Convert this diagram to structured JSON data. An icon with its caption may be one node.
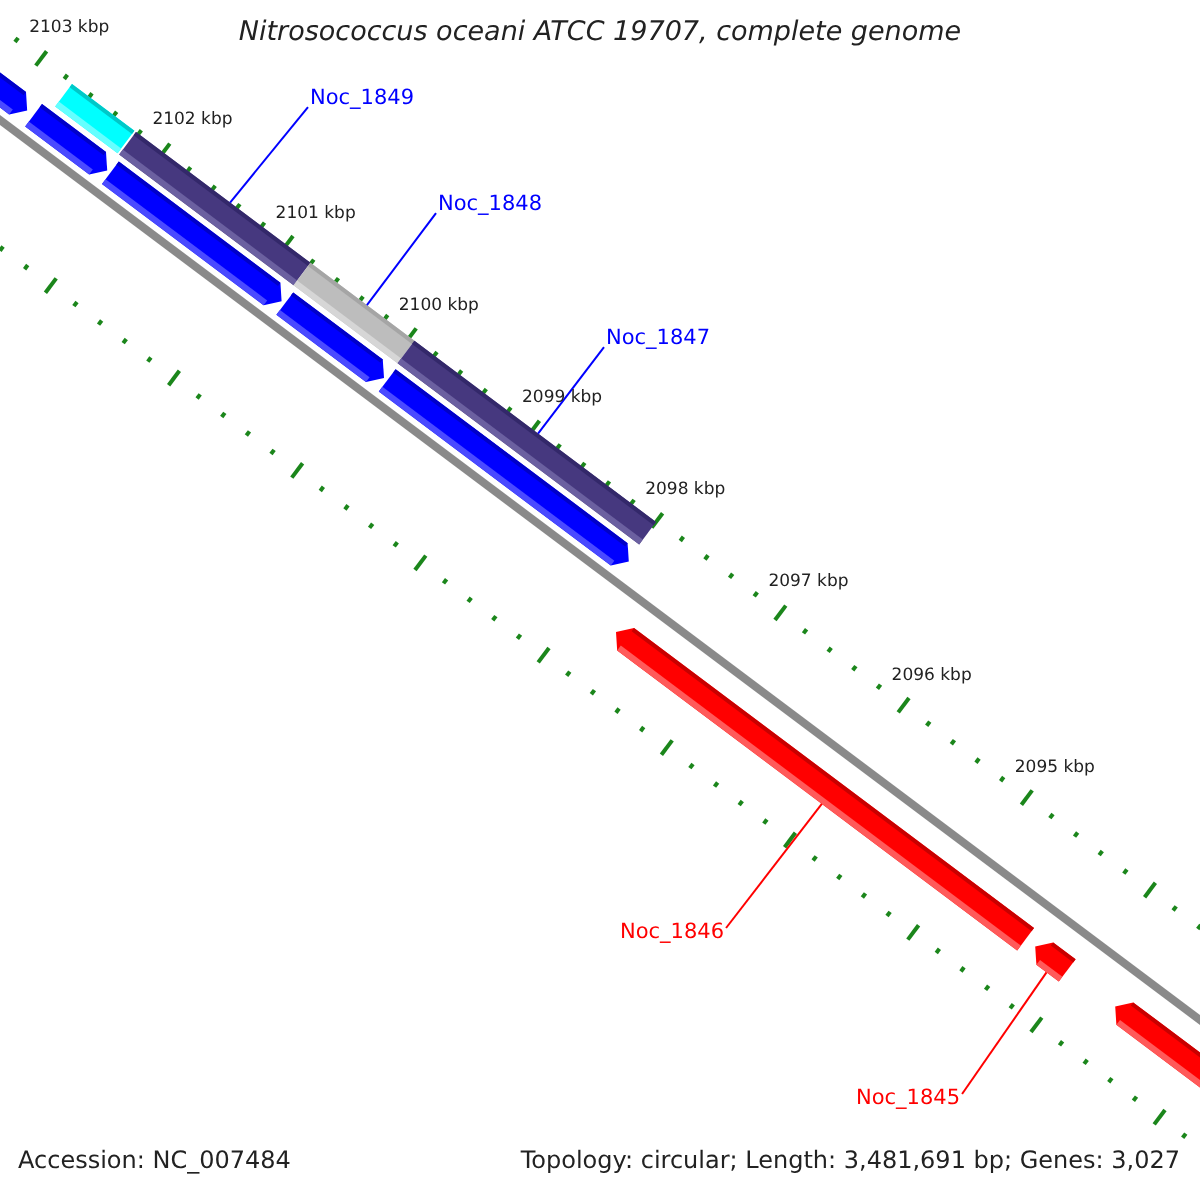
{
  "diagram": {
    "title": "Nitrosococcus oceani ATCC 19707, complete genome",
    "nodes": [
      {
        "text": [
          "Noc_1849"
        ]
      },
      {
        "text": [
          "Noc_1848"
        ]
      },
      {
        "text": [
          "Noc_1847"
        ]
      },
      {
        "text": [
          "Noc_1846"
        ]
      },
      {
        "text": [
          "Noc_1845"
        ]
      },
      {
        "text": [],
        "shape": "bar"
      },
      {
        "text": [],
        "shape": "bar"
      },
      {
        "text": [],
        "shape": "bar"
      },
      {
        "text": [],
        "shape": "bar"
      },
      {
        "text": [],
        "shape": "bar"
      },
      {
        "text": [],
        "shape": "bar"
      },
      {
        "text": [],
        "shape": "bar"
      },
      {
        "text": [],
        "shape": "bar"
      },
      {
        "text": [],
        "shape": "bar"
      },
      {
        "text": [],
        "shape": "bar"
      },
      {
        "text": [],
        "shape": "bar"
      },
      {
        "text": [],
        "shape": "bar"
      }
    ],
    "edges": [
      {
        "from": 0,
        "to": 5,
        "arrow": "none"
      },
      {
        "from": 1,
        "to": 6,
        "arrow": "none"
      },
      {
        "from": 2,
        "to": 7,
        "arrow": "none"
      },
      {
        "from": 3,
        "to": 8,
        "arrow": "none",
        "color": "#ff0000"
      },
      {
        "from": 4,
        "to": 9,
        "arrow": "none",
        "color": "#ff0000"
      }
    ],
    "labels": [
      "2103 kbp",
      "2102 kbp",
      "2101 kbp",
      "2100 kbp",
      "2099 kbp",
      "2098 kbp",
      "2097 kbp",
      "2096 kbp",
      "2095 kbp",
      "Accession: NC_007484",
      "Topology: circular; Length: 3,481,691 bp; Genes: 3,027"
    ]
  }
}
